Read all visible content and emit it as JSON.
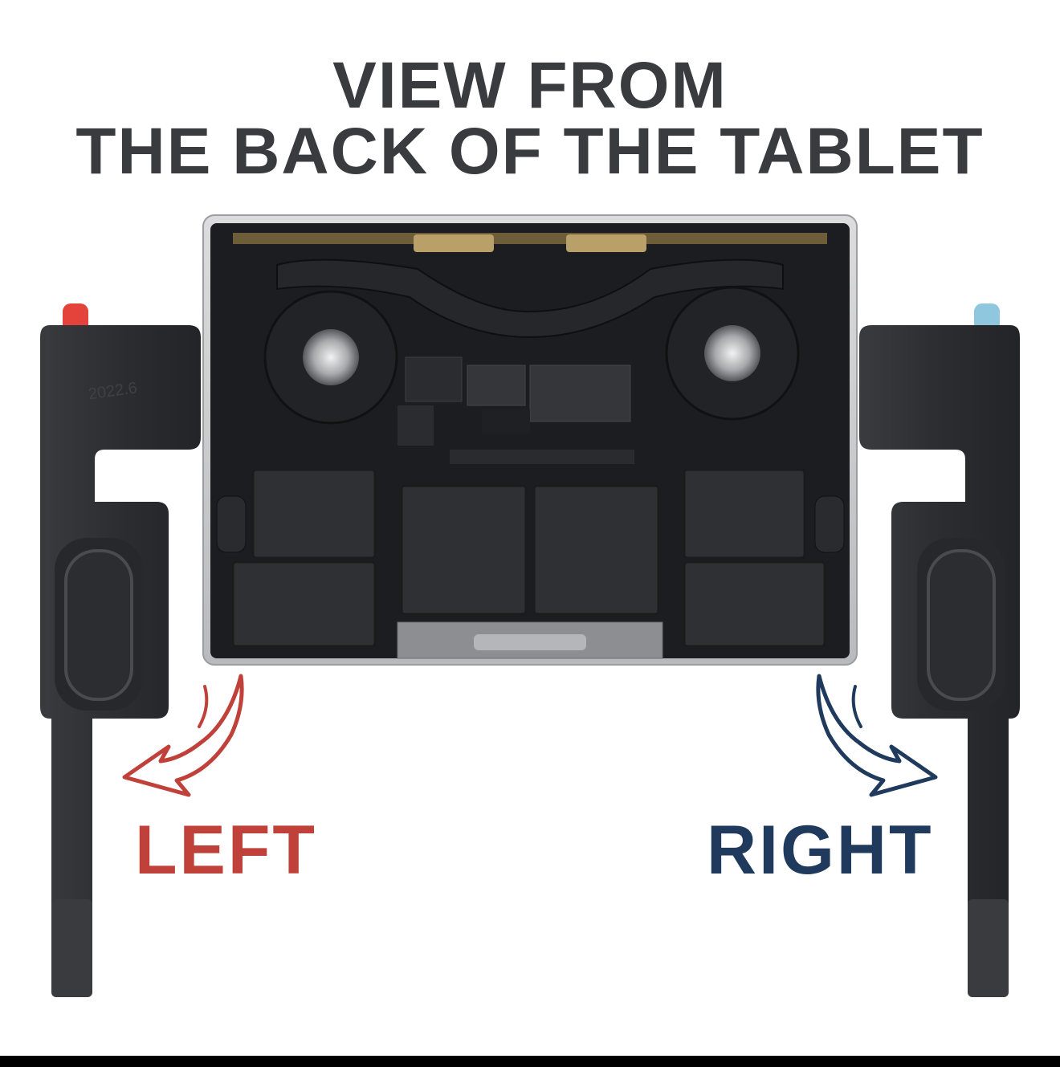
{
  "title": {
    "line1": "VIEW FROM",
    "line2": "THE BACK OF THE TABLET"
  },
  "labels": {
    "left": "LEFT",
    "right": "RIGHT"
  },
  "speaker_marking": "2022.6",
  "colors": {
    "title": "#3a3b3f",
    "left": "#c0413a",
    "right": "#1f3a5c",
    "speaker_body": "#2d2e31",
    "left_tab": "#e3433a",
    "right_tab": "#8fc7df"
  },
  "icons": {
    "left_arrow": "curved-arrow-down-left-icon",
    "right_arrow": "curved-arrow-down-right-icon"
  }
}
